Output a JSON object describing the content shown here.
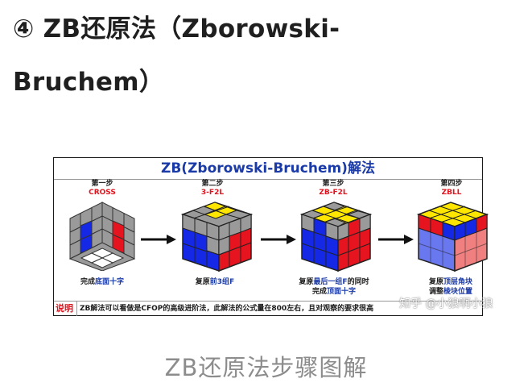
{
  "heading": {
    "line1": "④ ZB还原法（Zborowski-",
    "line2": "Bruchem）"
  },
  "figure": {
    "title": "ZB(Zborowski-Bruchem)解法",
    "steps": [
      {
        "no": "第一步",
        "name": "CROSS",
        "cap_plain": "完成",
        "cap_hl": "底面十字",
        "cap_tail": ""
      },
      {
        "no": "第二步",
        "name": "3-F2L",
        "cap_plain": "复原",
        "cap_hl": "前3组F",
        "cap_tail": ""
      },
      {
        "no": "第三步",
        "name": "ZB-F2L",
        "cap_plain": "复原",
        "cap_hl": "最后一组F",
        "cap_tail": "的同时",
        "cap2_plain": "完成",
        "cap2_hl": "顶面十字"
      },
      {
        "no": "第四步",
        "name": "ZBLL",
        "cap_plain": "复原",
        "cap_hl": "顶层角块",
        "cap_tail": "",
        "cap2_plain": "调整",
        "cap2_hl": "棱块位置"
      }
    ],
    "note_label": "说明",
    "note_text": "ZB解法可以看做是CFOP的高级进阶法，此解法的公式量在800左右，且对观察的要求很高"
  },
  "watermark": "知乎 @小狼啊小狼",
  "caption": "ZB还原法步骤图解",
  "colors": {
    "title_blue": "#1a3aa8",
    "step_red": "#e0141e",
    "cube_gray": "#9a9a9a",
    "cube_yellow": "#ffe600",
    "cube_blue": "#1428e6",
    "cube_red": "#e6141e"
  }
}
